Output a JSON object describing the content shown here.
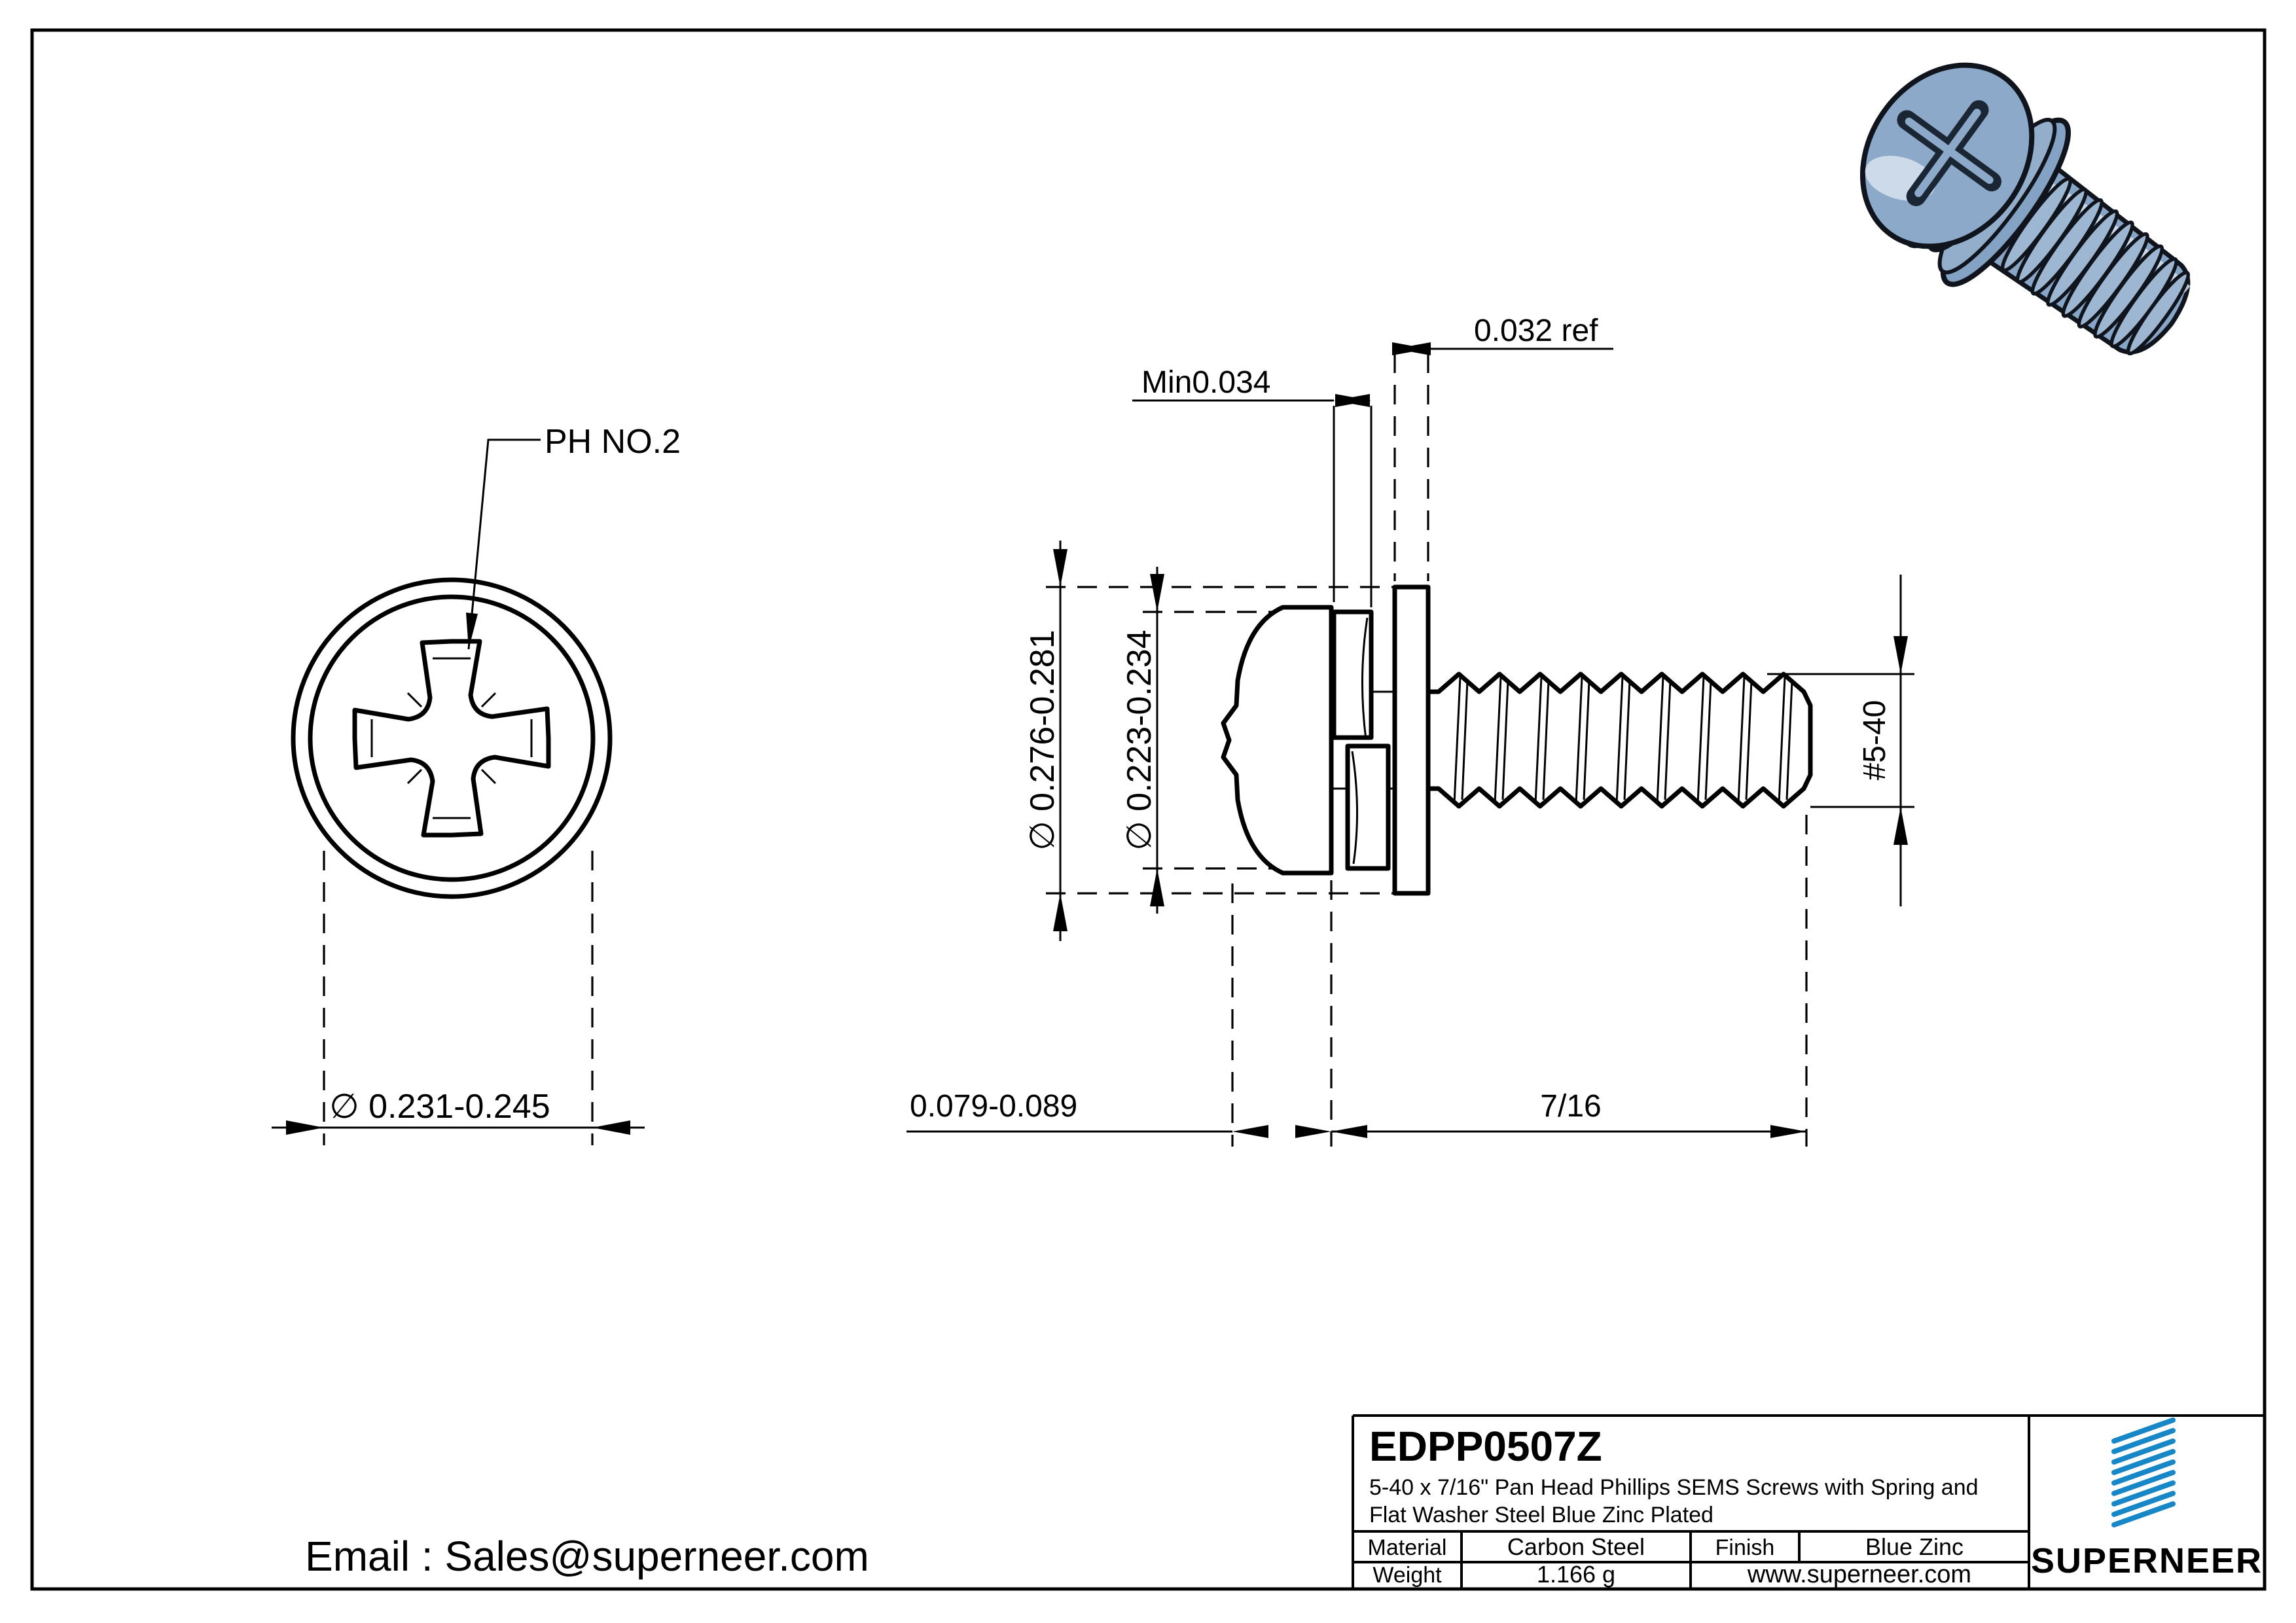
{
  "front_view": {
    "ph_label": "PH NO.2",
    "thread_dia_dim": "∅ 0.231-0.245"
  },
  "side_view": {
    "washer_od_dim": "∅ 0.276-0.281",
    "head_od_dim": "∅ 0.223-0.234",
    "spring_washer_min_dim": "Min0.034",
    "flat_washer_thickness_dim": "0.032 ref",
    "head_height_dim": "0.079-0.089",
    "thread_length_dim": "7/16",
    "thread_size_dim": "#5-40"
  },
  "contact": {
    "email": "Email : Sales@superneer.com"
  },
  "title_block": {
    "part_number": "EDPP0507Z",
    "description_line1": "5-40 x 7/16\" Pan Head Phillips SEMS Screws with Spring and",
    "description_line2": "Flat Washer Steel Blue Zinc Plated",
    "material_label": "Material",
    "material_value": "Carbon Steel",
    "finish_label": "Finish",
    "finish_value": "Blue Zinc",
    "weight_label": "Weight",
    "weight_value": "1.166 g",
    "website": "www.superneer.com",
    "brand_name": "SUPERNEER",
    "brand_color": "#1787c8",
    "link_color": "#1e9cd8"
  },
  "render_3d": {
    "subject": "blue-zinc-plated-sems-screw",
    "body_color": "#87a5c6",
    "shade_color": "#6d8fb3",
    "highlight_color": "#d7e3f0",
    "outline_color": "#10141c"
  }
}
